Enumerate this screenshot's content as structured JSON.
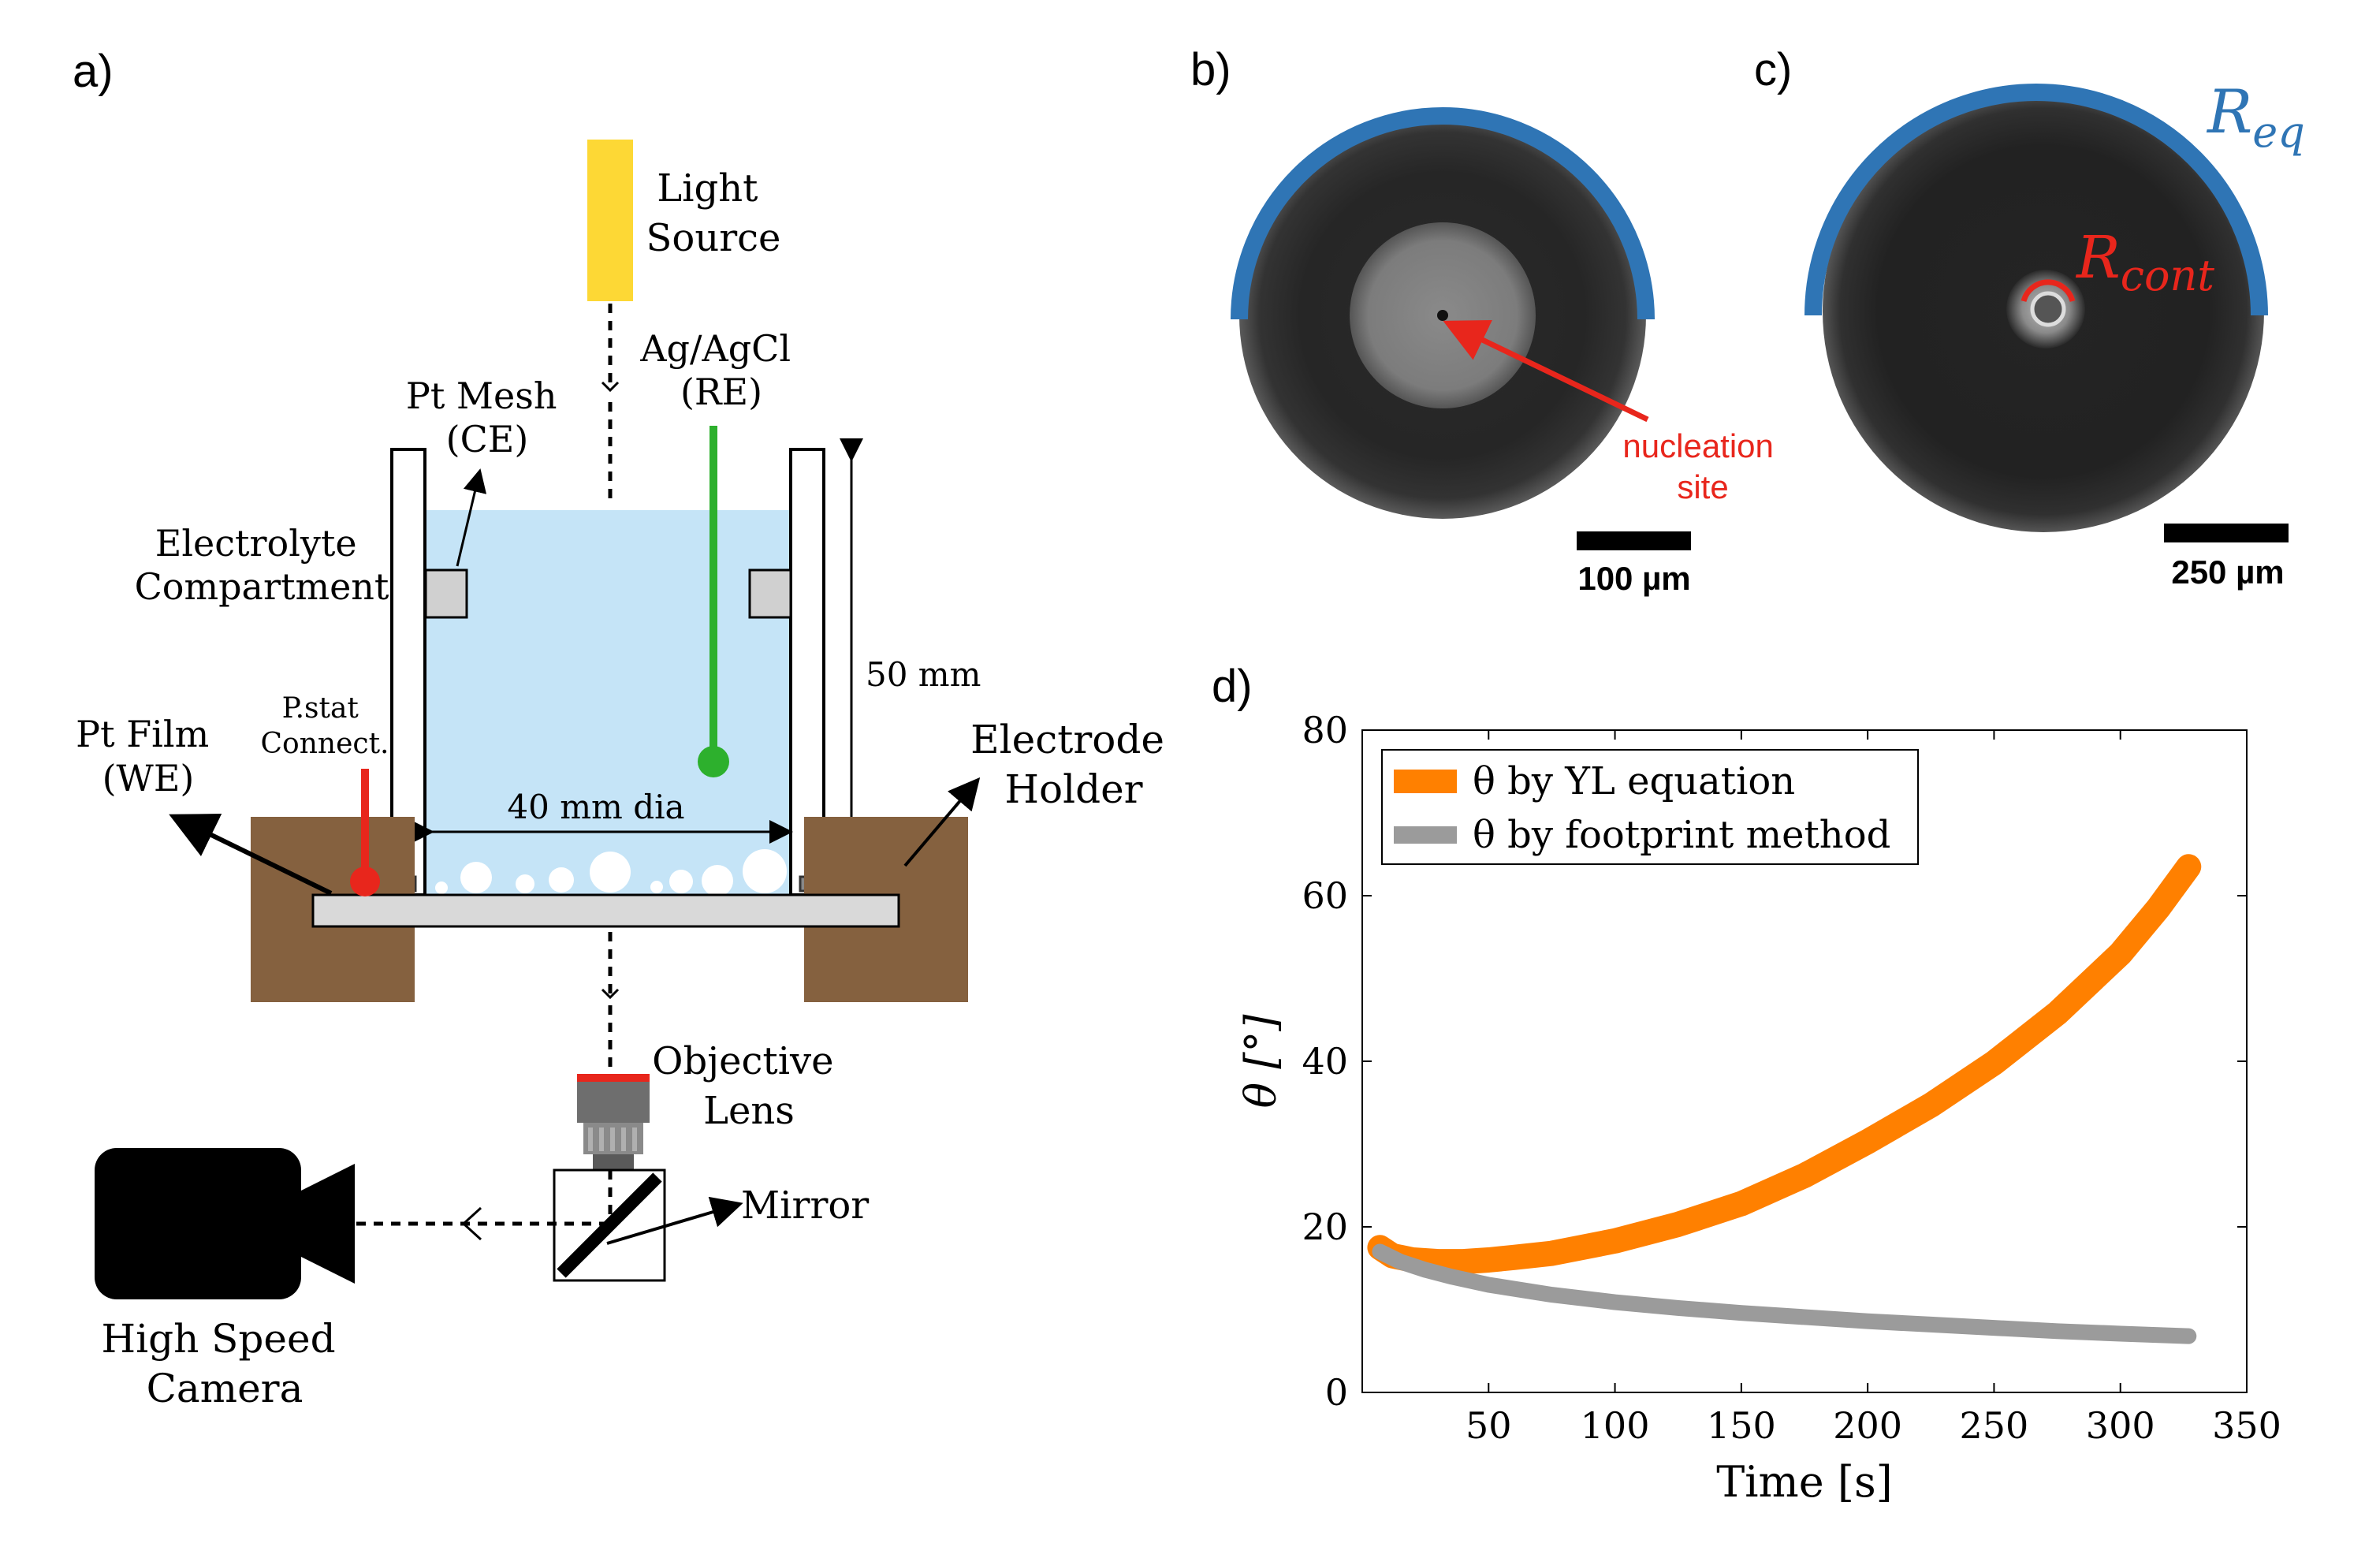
{
  "panels": {
    "a": {
      "label": "a)",
      "light_source": [
        "Light",
        "Source"
      ],
      "ag_agcl": [
        "Ag/AgCl",
        "(RE)"
      ],
      "pt_mesh": [
        "Pt Mesh",
        "(CE)"
      ],
      "electrolyte": [
        "Electrolyte",
        "Compartment"
      ],
      "height": "50 mm",
      "pstat": [
        "P.stat",
        "Connect."
      ],
      "pt_film": [
        "Pt Film",
        "(WE)"
      ],
      "diameter": "40 mm dia",
      "holder": [
        "Electrode",
        "Holder"
      ],
      "objective": [
        "Objective",
        "Lens"
      ],
      "mirror": "Mirror",
      "camera": [
        "High Speed",
        "Camera"
      ],
      "colors": {
        "light": "#FDD835",
        "electrolyte": "#C5E4F7",
        "re_electrode": "#2DB02D",
        "pstat": "#E8261C",
        "holder": "#85613F",
        "block": "#D0D0D0"
      }
    },
    "b": {
      "label": "b)",
      "annotation": [
        "nucleation",
        "site"
      ],
      "scalebar": "100 µm",
      "arc_color": "#2F75B5",
      "annotation_color": "#E8261C"
    },
    "c": {
      "label": "c)",
      "r_eq_base": "R",
      "r_eq_sub": "eq",
      "r_cont_base": "R",
      "r_cont_sub": "cont",
      "scalebar": "250 µm",
      "arc_color": "#2F75B5",
      "cont_color": "#E8261C"
    },
    "d": {
      "label": "d)"
    }
  },
  "chart_data": {
    "type": "line",
    "xlabel": "Time [s]",
    "ylabel": "θ [°]",
    "xlim": [
      0,
      350
    ],
    "ylim": [
      0,
      80
    ],
    "xticks": [
      50,
      100,
      150,
      200,
      250,
      300,
      350
    ],
    "yticks": [
      0,
      20,
      40,
      60,
      80
    ],
    "grid": false,
    "legend_position": "top-left",
    "series": [
      {
        "name": "θ by YL equation",
        "color": "#FF8000",
        "x": [
          7,
          12,
          20,
          30,
          40,
          50,
          60,
          75,
          100,
          125,
          150,
          175,
          200,
          225,
          250,
          275,
          300,
          315,
          327
        ],
        "y": [
          17.5,
          16.5,
          16.0,
          15.8,
          15.8,
          16.0,
          16.3,
          16.8,
          18.3,
          20.3,
          22.8,
          26.2,
          30.3,
          34.7,
          39.8,
          45.8,
          53.0,
          58.5,
          63.5
        ]
      },
      {
        "name": "θ by footprint method",
        "color": "#9B9B9B",
        "x": [
          7,
          15,
          25,
          35,
          50,
          75,
          100,
          125,
          150,
          175,
          200,
          225,
          250,
          275,
          300,
          327
        ],
        "y": [
          17.0,
          15.8,
          14.8,
          14.0,
          13.0,
          11.8,
          10.9,
          10.2,
          9.6,
          9.1,
          8.6,
          8.2,
          7.8,
          7.4,
          7.1,
          6.8
        ]
      }
    ]
  }
}
